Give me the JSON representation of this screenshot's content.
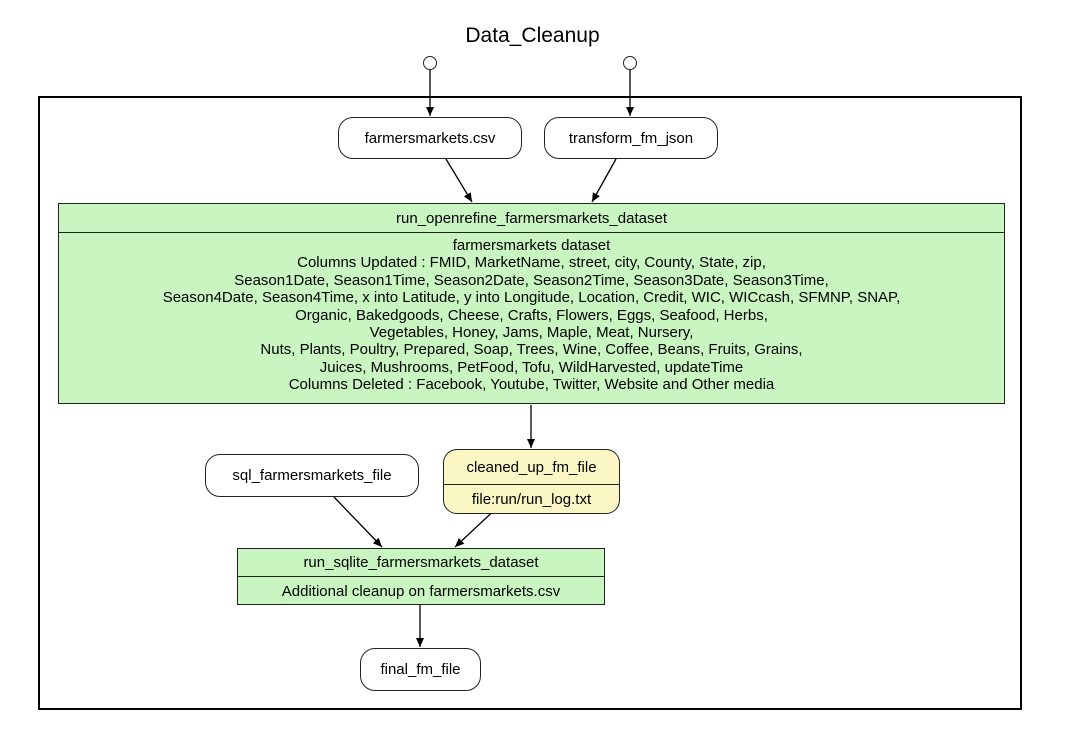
{
  "diagram": {
    "title": "Data_Cleanup",
    "nodes": {
      "farmersmarkets_csv": "farmersmarkets.csv",
      "transform_fm_json": "transform_fm_json",
      "openrefine": {
        "title": "run_openrefine_farmersmarkets_dataset",
        "lines": [
          "farmersmarkets dataset",
          "Columns Updated : FMID, MarketName, street, city, County, State, zip,",
          "Season1Date, Season1Time, Season2Date, Season2Time, Season3Date, Season3Time,",
          "Season4Date, Season4Time, x into Latitude, y into Longitude, Location, Credit, WIC, WICcash, SFMNP, SNAP,",
          "Organic, Bakedgoods, Cheese, Crafts, Flowers, Eggs, Seafood, Herbs,",
          "Vegetables, Honey, Jams, Maple, Meat, Nursery,",
          "Nuts, Plants, Poultry, Prepared, Soap, Trees, Wine, Coffee, Beans, Fruits, Grains,",
          "Juices, Mushrooms, PetFood, Tofu, WildHarvested, updateTime",
          "Columns Deleted : Facebook, Youtube, Twitter, Website and Other media"
        ]
      },
      "sql_farmersmarkets_file": "sql_farmersmarkets_file",
      "cleaned_up_fm_file": {
        "title": "cleaned_up_fm_file",
        "path": "file:run/run_log.txt"
      },
      "sqlite": {
        "title": "run_sqlite_farmersmarkets_dataset",
        "description": "Additional cleanup on farmersmarkets.csv"
      },
      "final_fm_file": "final_fm_file"
    }
  }
}
